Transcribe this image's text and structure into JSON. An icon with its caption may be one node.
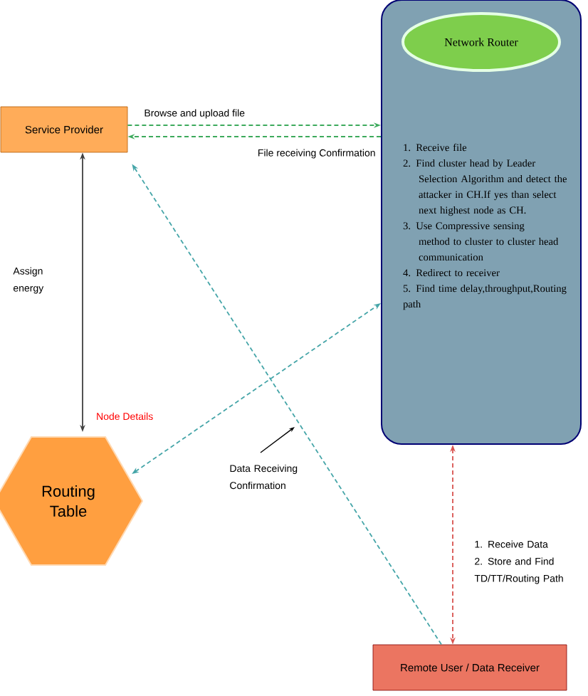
{
  "diagram": {
    "nodes": [
      {
        "text": [
          "Service Provider"
        ]
      },
      {
        "text": [
          "1. Receive file",
          "2. Find cluster head by Leader Selection Algorithm and detect the attacker in CH.If yes than select next highest node as CH.",
          "3. Use Compressive sensing method to cluster to cluster head communication",
          "4. Redirect to receiver",
          "5. Find time delay,throughput,Routing path"
        ]
      },
      {
        "text": [
          "Network Router"
        ],
        "in": 1
      },
      {
        "text": [
          "Routing Table"
        ],
        "beside": [
          "Node Details"
        ]
      },
      {
        "text": [
          "Remote User / Data Receiver"
        ]
      }
    ],
    "edges": [
      {
        "from": 0,
        "to": 1,
        "arrow": "to",
        "label": "Browse and upload file",
        "style": "dashed",
        "color": "#3daa5c"
      },
      {
        "from": 1,
        "to": 0,
        "arrow": "to",
        "label": "File receiving Confirmation",
        "style": "dashed",
        "color": "#3daa5c"
      },
      {
        "from": 0,
        "to": 3,
        "arrow": "both",
        "label": "Assign energy",
        "color": "#404040"
      },
      {
        "from": 3,
        "to": 1,
        "arrow": "both",
        "style": "dashed",
        "color": "#45a5a8"
      },
      {
        "from": 4,
        "to": 0,
        "arrow": "to",
        "label": "Data Receiving Confirmation",
        "style": "dashed",
        "color": "#45a5a8"
      },
      {
        "from": 1,
        "to": 4,
        "arrow": "both",
        "label": "1. Receive Data 2. Store and Find TD/TT/Routing Path",
        "style": "dashed",
        "color": "#d9534f"
      }
    ]
  }
}
